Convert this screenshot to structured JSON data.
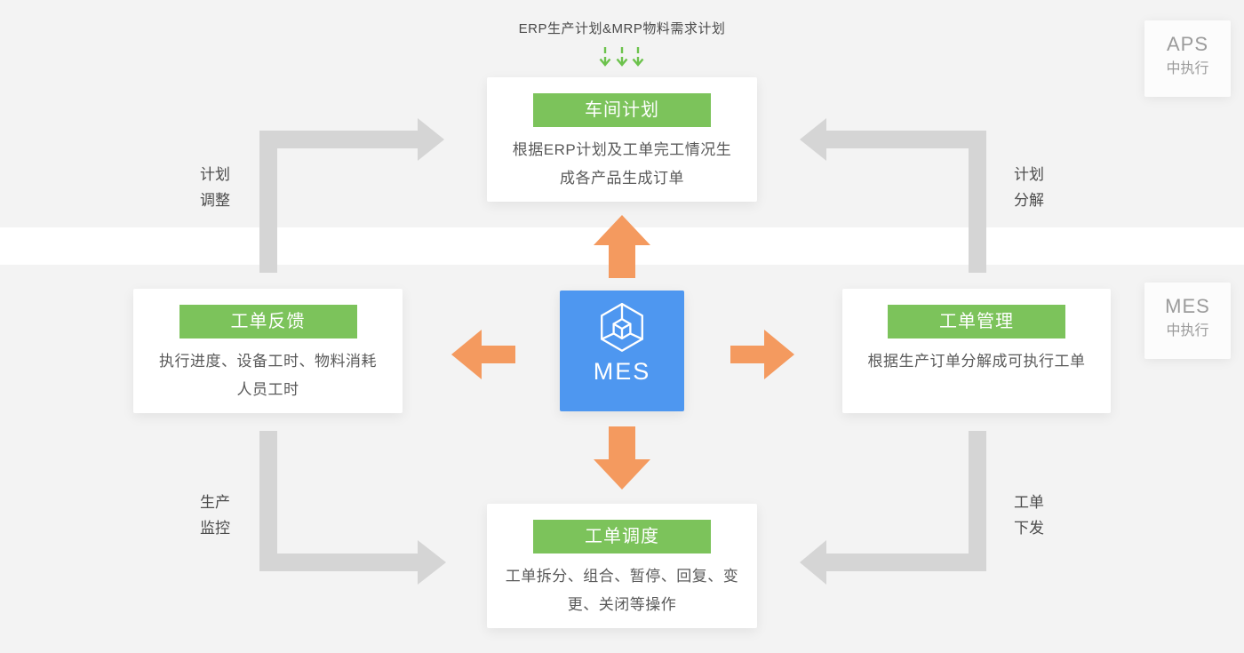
{
  "header": {
    "erp_label": "ERP生产计划&MRP物料需求计划"
  },
  "center": {
    "label": "MES"
  },
  "nodes": {
    "top": {
      "title": "车间计划",
      "desc": [
        "根据ERP计划及工单完工情况生",
        "成各产品生成订单"
      ]
    },
    "left": {
      "title": "工单反馈",
      "desc": [
        "执行进度、设备工时、物料消耗",
        "人员工时"
      ]
    },
    "right": {
      "title": "工单管理",
      "desc": [
        "根据生产订单分解成可执行工单"
      ]
    },
    "bottom": {
      "title": "工单调度",
      "desc": [
        "工单拆分、组合、暂停、回复、变",
        "更、关闭等操作"
      ]
    }
  },
  "labels": {
    "plan_adjust": [
      "计划",
      "调整"
    ],
    "plan_decompose": [
      "计划",
      "分解"
    ],
    "production_monitor": [
      "生产",
      "监控"
    ],
    "order_dispatch": [
      "工单",
      "下发"
    ]
  },
  "badges": {
    "aps": [
      "APS",
      "中执行"
    ],
    "mes": [
      "MES",
      "中执行"
    ]
  },
  "icons": {
    "center_icon": "hexagon-cube-icon",
    "erp_flow_icon": "dashed-down-arrows-icon"
  },
  "colors": {
    "green": "#7cc35b",
    "green-arrow": "#6cc24c",
    "blue": "#4e97f0",
    "orange": "#f49a5f",
    "arrow-gray": "#d5d5d5",
    "bg": "#f3f3f3",
    "band": "#ffffff"
  }
}
